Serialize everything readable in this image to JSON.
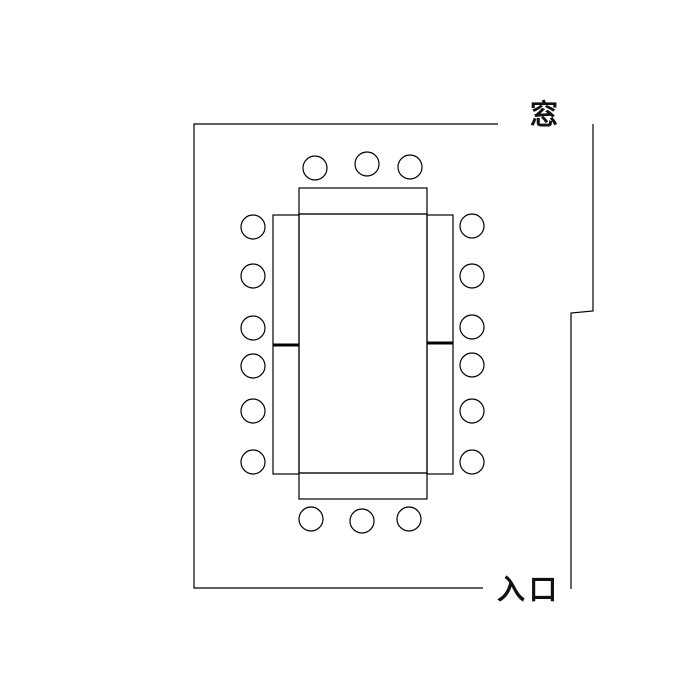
{
  "labels": {
    "window": "窓",
    "entrance": "入口"
  },
  "layout": {
    "table_count": 4,
    "chair_count": 18
  }
}
